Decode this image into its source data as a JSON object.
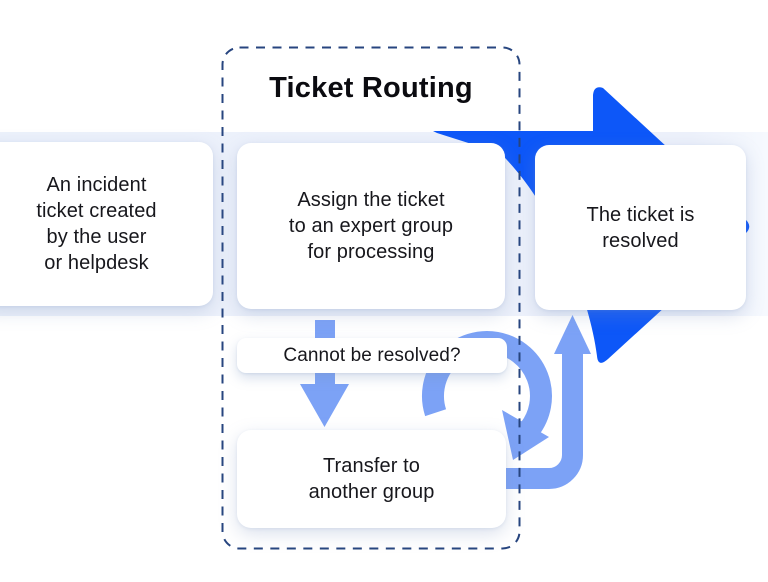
{
  "diagram": {
    "title": "Ticket Routing",
    "nodes": {
      "incident": {
        "text": "An incident\nticket created\nby the user\nor helpdesk"
      },
      "assign": {
        "text": "Assign the ticket\nto an expert group\nfor processing"
      },
      "resolved": {
        "text": "The ticket is\nresolved"
      },
      "cannot": {
        "text": "Cannot be resolved?"
      },
      "transfer": {
        "text": "Transfer to\nanother group"
      }
    },
    "colors": {
      "primary_arrow": "#0D57F8",
      "secondary_arrow": "#7CA2F6",
      "band": "#EDF1FB",
      "dashed_border": "#27457F",
      "box_bg": "#FFFFFF",
      "text": "#17171C"
    }
  }
}
